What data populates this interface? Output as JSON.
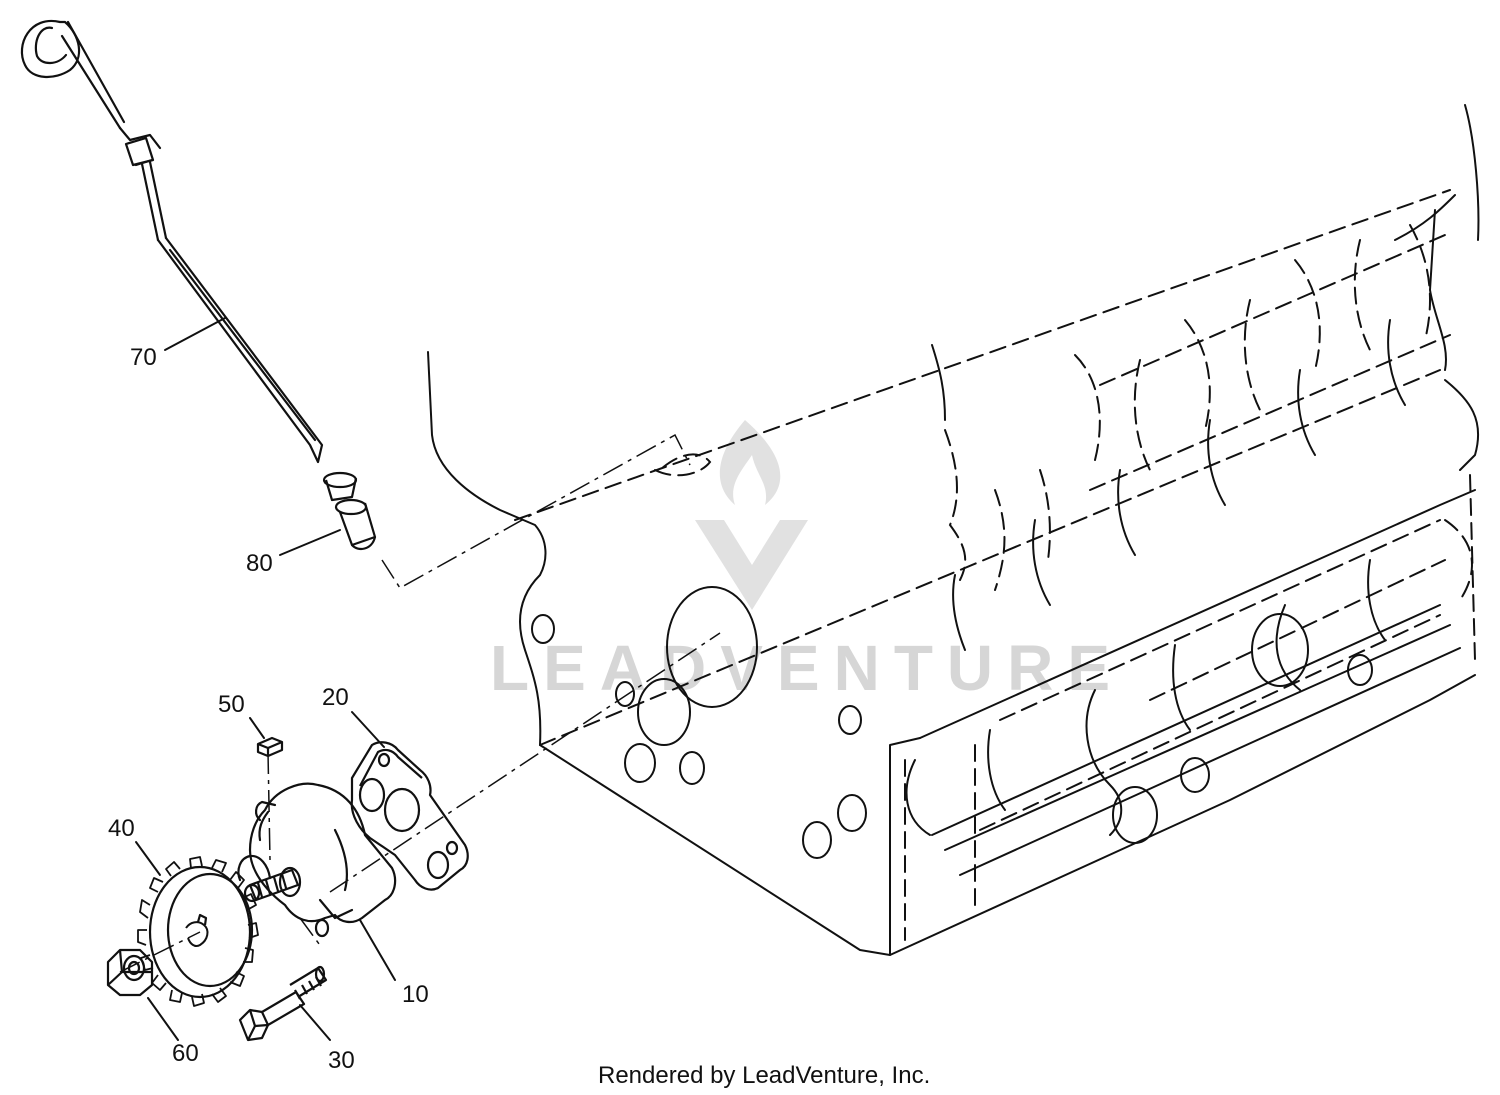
{
  "callouts": {
    "c10": "10",
    "c20": "20",
    "c30": "30",
    "c40": "40",
    "c50": "50",
    "c60": "60",
    "c70": "70",
    "c80": "80"
  },
  "credit": "Rendered by LeadVenture, Inc.",
  "watermark": {
    "text": "LEADVENTURE",
    "icon": "flame-v-logo-icon"
  },
  "colors": {
    "line": "#111111",
    "watermark": "#d2d2d2",
    "background": "#ffffff"
  }
}
